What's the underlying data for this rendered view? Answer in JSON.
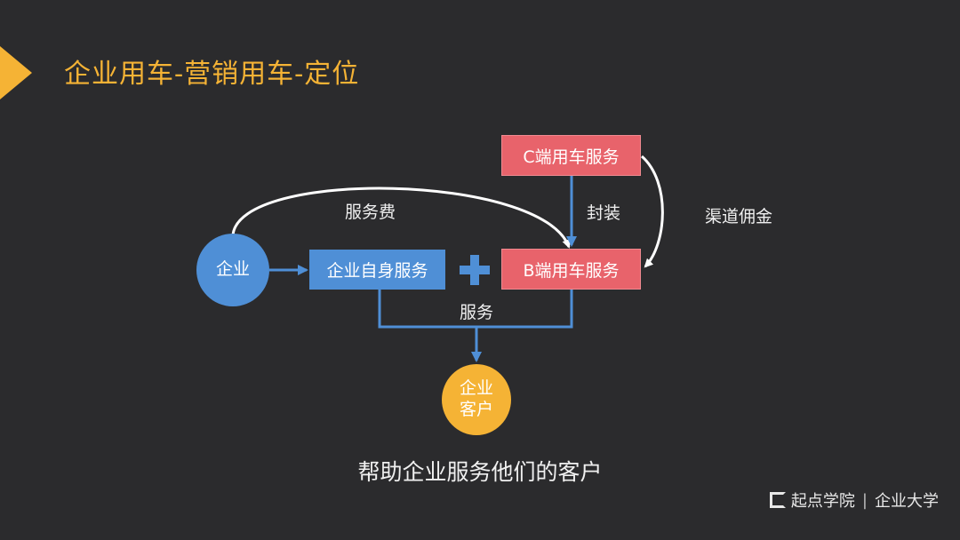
{
  "slide": {
    "title": "企业用车-营销用车-定位",
    "caption": "帮助企业服务他们的客户"
  },
  "nodes": {
    "company": "企业",
    "self_service": "企业自身服务",
    "c_service": "C端用车服务",
    "b_service": "B端用车服务",
    "customer_line1": "企业",
    "customer_line2": "客户"
  },
  "edges": {
    "service_fee": "服务费",
    "package": "封装",
    "channel_commission": "渠道佣金",
    "service": "服务"
  },
  "footer": {
    "brand_name": "起点学院",
    "brand_sub": "企业大学"
  },
  "colors": {
    "background": "#2b2b2d",
    "accent_yellow": "#f5b335",
    "box_blue": "#4f8fd6",
    "box_red": "#e8636b",
    "arrow_white": "#ffffff"
  }
}
